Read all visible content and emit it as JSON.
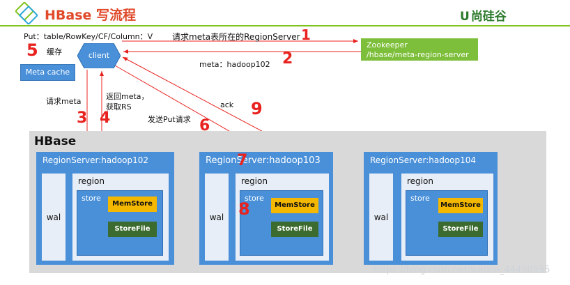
{
  "title": "HBase 写流程",
  "brand": {
    "text": "尚硅谷",
    "logo": "U"
  },
  "put_label": "Put：table/RowKey/CF/Column：V",
  "client": {
    "label": "client"
  },
  "meta_cache": {
    "label": "Meta cache",
    "cache_label": "缓存"
  },
  "zookeeper": {
    "line1": "Zookeeper",
    "line2": "/hbase/meta-region-server"
  },
  "arrows": {
    "request_rs": "请求meta表所在的RegionServer",
    "meta_reply": "meta：hadoop102",
    "request_meta": "请求meta",
    "return_meta_1": "返回meta，",
    "return_meta_2": "获取RS",
    "send_put": "发送Put请求",
    "ack": "ack"
  },
  "hbase": {
    "label": "HBase"
  },
  "region_servers": [
    {
      "title": "RegionServer:hadoop102",
      "wal": "wal",
      "region": "region",
      "store": "store",
      "memstore": "MemStore",
      "storefile": "StoreFile"
    },
    {
      "title": "RegionServer:hadoop103",
      "wal": "wal",
      "region": "region",
      "store": "store",
      "memstore": "MemStore",
      "storefile": "StoreFile"
    },
    {
      "title": "RegionServer:hadoop104",
      "wal": "wal",
      "region": "region",
      "store": "store",
      "memstore": "MemStore",
      "storefile": "StoreFile"
    }
  ],
  "step_numbers": {
    "s1": "1",
    "s2": "2",
    "s3": "3",
    "s4": "4",
    "s5": "5",
    "s6": "6",
    "s7": "7",
    "s8": "8",
    "s9": "9"
  },
  "watermark": "https://blog.csdn.net/weixin_44490595",
  "colors": {
    "title": "#e04a2a",
    "accent_green": "#7fc31c",
    "server_blue": "#4a90d9",
    "memstore": "#f5b800",
    "storefile": "#3c6b2f",
    "handwriting": "#e8231f"
  }
}
